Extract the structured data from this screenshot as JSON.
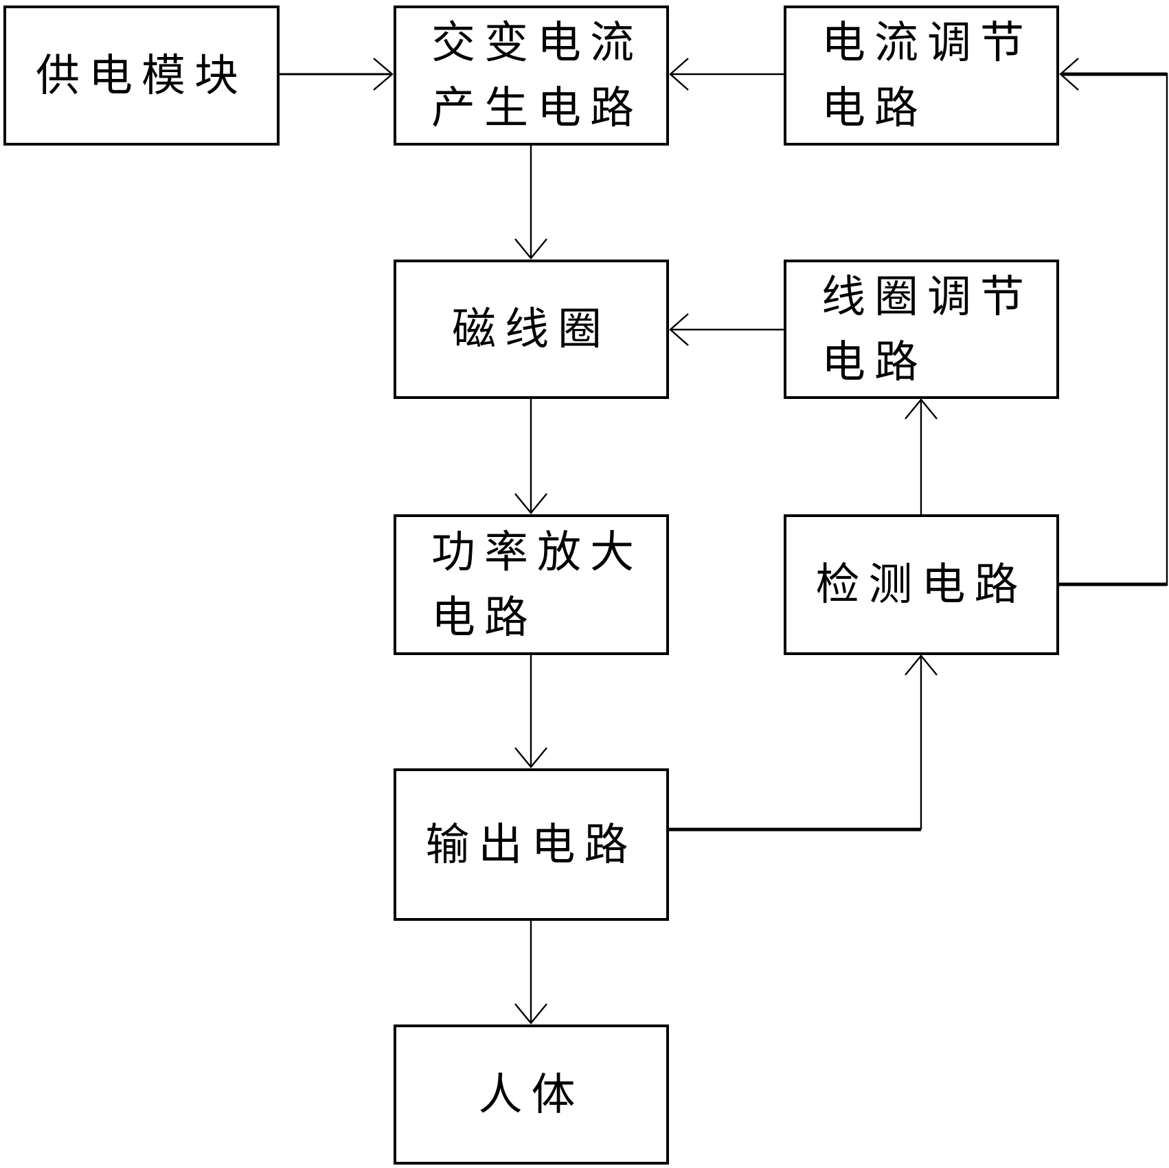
{
  "diagram": {
    "background_color": "#ffffff",
    "line_color": "#000000",
    "box_fill_color": "#ffffff",
    "boxes": {
      "power_supply": {
        "lines": [
          "供电模块"
        ]
      },
      "ac_current_generation": {
        "lines": [
          "交变电流",
          "产生电路"
        ]
      },
      "current_adjustment": {
        "lines": [
          "电流调节",
          "电路"
        ]
      },
      "magnetic_coil": {
        "lines": [
          "磁线圈"
        ]
      },
      "coil_adjustment": {
        "lines": [
          "线圈调节",
          "电路"
        ]
      },
      "power_amplification": {
        "lines": [
          "功率放大",
          "电路"
        ]
      },
      "detection": {
        "lines": [
          "检测电路"
        ]
      },
      "output": {
        "lines": [
          "输出电路"
        ]
      },
      "human_body": {
        "lines": [
          "人体"
        ]
      }
    },
    "connections": [
      {
        "from": "power_supply",
        "to": "ac_current_generation",
        "style": "arrow-right"
      },
      {
        "from": "current_adjustment",
        "to": "ac_current_generation",
        "style": "arrow-left"
      },
      {
        "from": "ac_current_generation",
        "to": "magnetic_coil",
        "style": "arrow-down"
      },
      {
        "from": "coil_adjustment",
        "to": "magnetic_coil",
        "style": "arrow-left"
      },
      {
        "from": "magnetic_coil",
        "to": "power_amplification",
        "style": "arrow-down"
      },
      {
        "from": "power_amplification",
        "to": "output",
        "style": "arrow-down"
      },
      {
        "from": "output",
        "to": "detection",
        "style": "elbow-arrow-up"
      },
      {
        "from": "detection",
        "to": "coil_adjustment",
        "style": "arrow-up"
      },
      {
        "from": "detection",
        "to": "current_adjustment",
        "style": "elbow-arrow-left-feedback"
      },
      {
        "from": "output",
        "to": "human_body",
        "style": "arrow-down"
      }
    ]
  }
}
